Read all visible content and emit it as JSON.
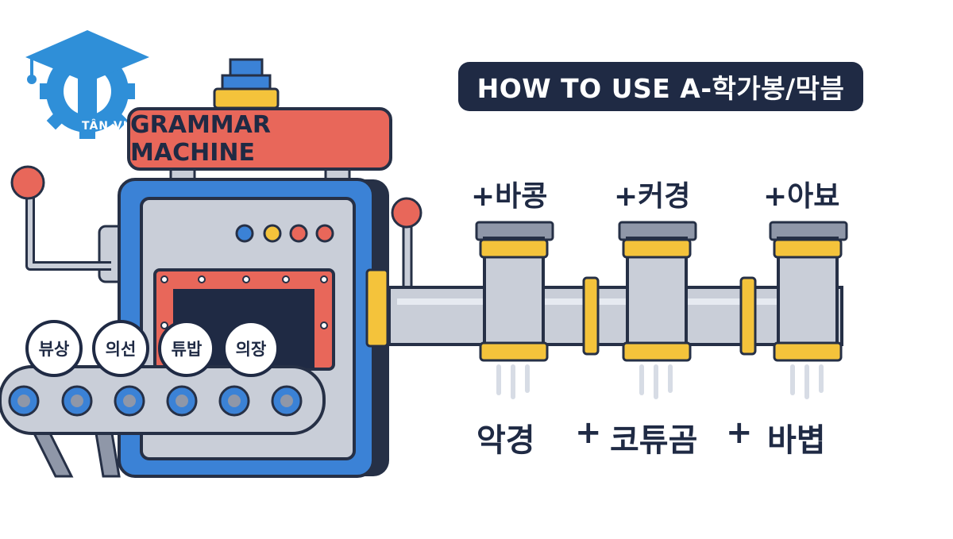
{
  "title": "HOW TO USE A-학가봉/막븜",
  "logo": {
    "text": "TÂN VIỆT",
    "icon": "graduation-cap-gear-icon"
  },
  "machine": {
    "sign": "GRAMMAR MACHINE",
    "lights": [
      "#3b82d6",
      "#f4c33b",
      "#e8675a",
      "#e8675a"
    ]
  },
  "belt_words": [
    "뷰상",
    "의선",
    "튜밥",
    "의장"
  ],
  "pipe_suffixes": [
    "+바콩",
    "+커경",
    "+아뵤"
  ],
  "result_words": [
    "악경",
    "코튜곰",
    "바볍"
  ],
  "plus_sign": "+",
  "colors": {
    "navy": "#1f2a44",
    "blue": "#3b82d6",
    "red": "#e8675a",
    "yellow": "#f4c33b",
    "grey": "#c9ced8"
  }
}
